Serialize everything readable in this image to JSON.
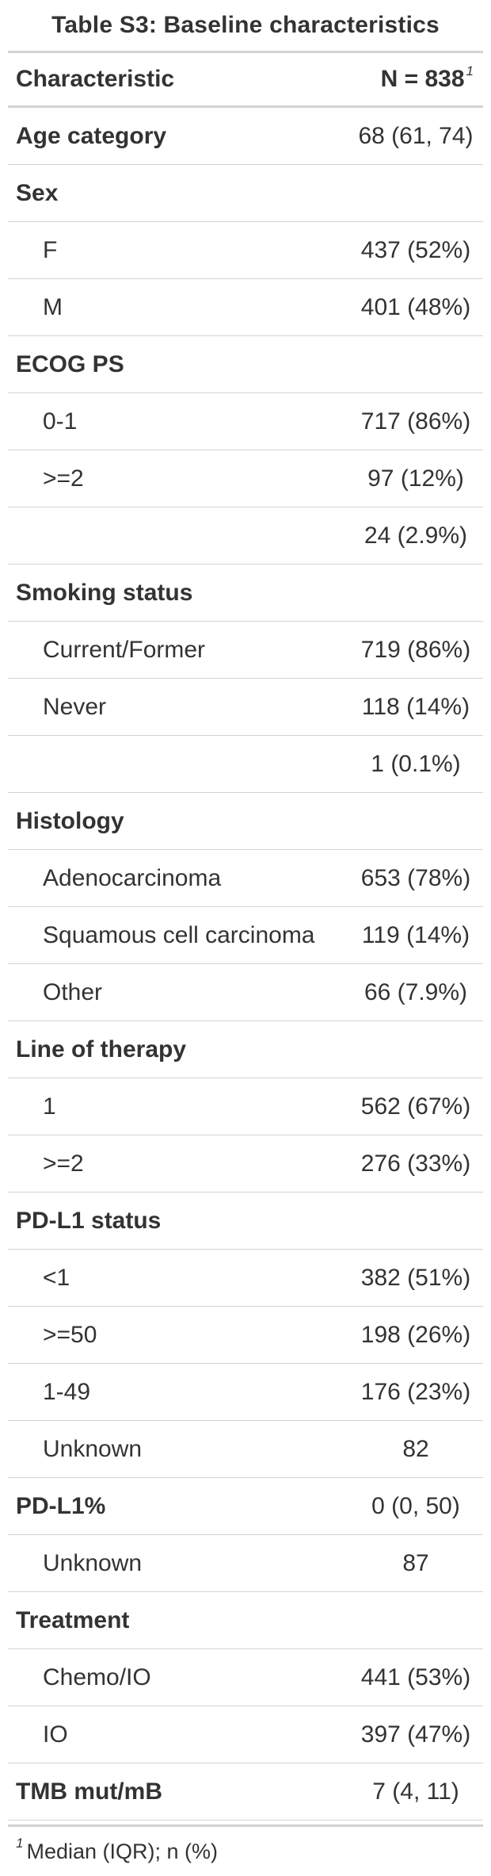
{
  "table": {
    "title": "Table S3: Baseline characteristics",
    "header": {
      "characteristic": "Characteristic",
      "n": "N = 838",
      "n_footnote_mark": "1"
    },
    "rows": [
      {
        "label": "Age category",
        "value": "68 (61, 74)",
        "level": 0
      },
      {
        "label": "Sex",
        "value": "",
        "level": 0
      },
      {
        "label": "F",
        "value": "437 (52%)",
        "level": 1
      },
      {
        "label": "M",
        "value": "401 (48%)",
        "level": 1
      },
      {
        "label": "ECOG PS",
        "value": "",
        "level": 0
      },
      {
        "label": "0-1",
        "value": "717 (86%)",
        "level": 1
      },
      {
        "label": ">=2",
        "value": "97 (12%)",
        "level": 1
      },
      {
        "label": "",
        "value": "24 (2.9%)",
        "level": 1
      },
      {
        "label": "Smoking status",
        "value": "",
        "level": 0
      },
      {
        "label": "Current/Former",
        "value": "719 (86%)",
        "level": 1
      },
      {
        "label": "Never",
        "value": "118 (14%)",
        "level": 1
      },
      {
        "label": "",
        "value": "1 (0.1%)",
        "level": 1
      },
      {
        "label": "Histology",
        "value": "",
        "level": 0
      },
      {
        "label": "Adenocarcinoma",
        "value": "653 (78%)",
        "level": 1
      },
      {
        "label": "Squamous cell carcinoma",
        "value": "119 (14%)",
        "level": 1
      },
      {
        "label": "Other",
        "value": "66 (7.9%)",
        "level": 1
      },
      {
        "label": "Line of therapy",
        "value": "",
        "level": 0
      },
      {
        "label": "1",
        "value": "562 (67%)",
        "level": 1
      },
      {
        "label": ">=2",
        "value": "276 (33%)",
        "level": 1
      },
      {
        "label": "PD-L1 status",
        "value": "",
        "level": 0
      },
      {
        "label": "<1",
        "value": "382 (51%)",
        "level": 1
      },
      {
        "label": ">=50",
        "value": "198 (26%)",
        "level": 1
      },
      {
        "label": "1-49",
        "value": "176 (23%)",
        "level": 1
      },
      {
        "label": "Unknown",
        "value": "82",
        "level": 1
      },
      {
        "label": "PD-L1%",
        "value": "0 (0, 50)",
        "level": 0
      },
      {
        "label": "Unknown",
        "value": "87",
        "level": 1
      },
      {
        "label": "Treatment",
        "value": "",
        "level": 0
      },
      {
        "label": "Chemo/IO",
        "value": "441 (53%)",
        "level": 1
      },
      {
        "label": "IO",
        "value": "397 (47%)",
        "level": 1
      },
      {
        "label": "TMB mut/mB",
        "value": "7 (4, 11)",
        "level": 0
      }
    ],
    "footnote": {
      "mark": "1",
      "text": "Median (IQR); n (%)"
    }
  }
}
